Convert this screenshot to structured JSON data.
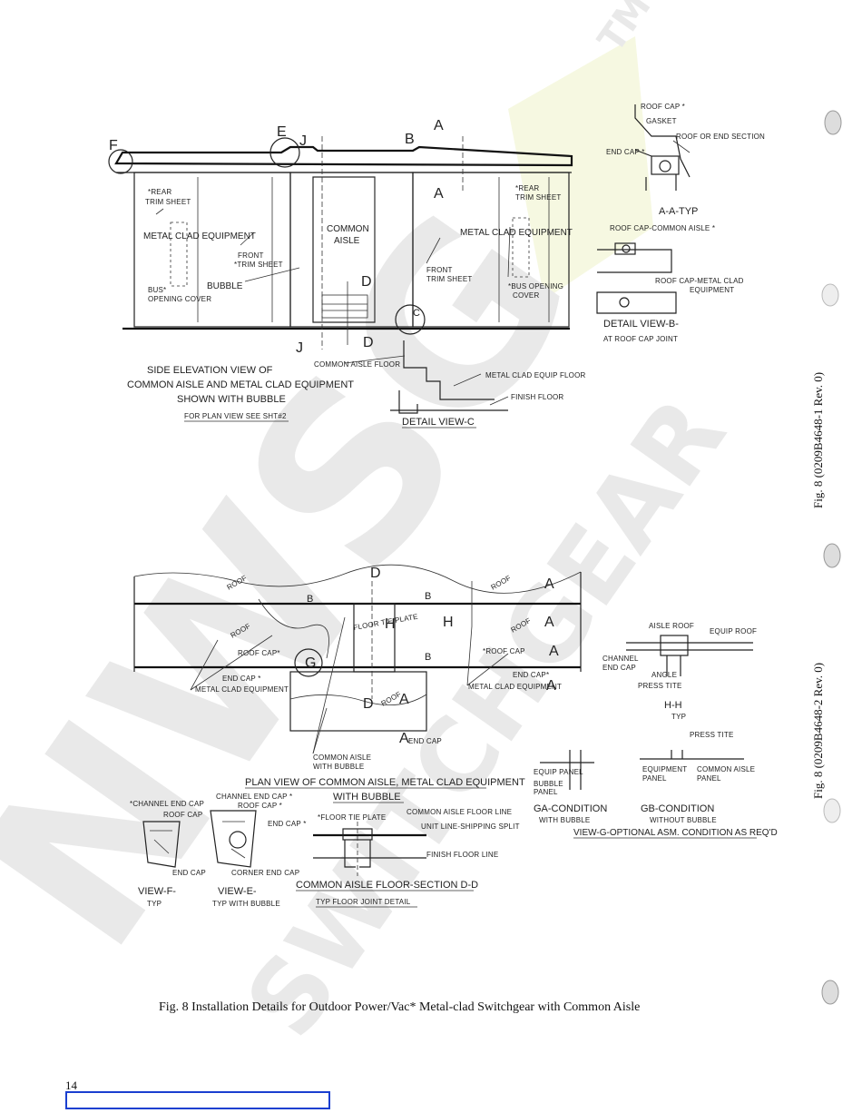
{
  "page_number": "14",
  "caption": "Fig. 8  Installation Details for Outdoor Power/Vac* Metal-clad Switchgear with Common Aisle",
  "side_labels": [
    "Fig. 8 (0209B4648-1 Rev. 0)",
    "Fig. 8 (0209B4648-2 Rev. 0)"
  ],
  "watermark": {
    "main": "NWSG",
    "sub": "SWITCHGEAR",
    "tm": "TM"
  },
  "top_drawing": {
    "elevation_title_1": "SIDE  ELEVATION VIEW OF",
    "elevation_title_2": "COMMON AISLE AND METAL CLAD EQUIPMENT",
    "elevation_title_3": "SHOWN WITH BUBBLE",
    "elevation_title_4": "FOR PLAN VIEW SEE SHT#2",
    "letters": {
      "f": "F",
      "e": "E",
      "j": "J",
      "b": "B",
      "a": "A",
      "d": "D",
      "c": "C"
    },
    "rear_trim": "*REAR",
    "trim_sheet": "TRIM SHEET",
    "metal_clad_equipment": "METAL CLAD EQUIPMENT",
    "front": "FRONT",
    "front_trim_sheet": "*TRIM SHEET",
    "bubble": "BUBBLE",
    "bus": "BUS*",
    "opening_cover": "OPENING COVER",
    "common": "COMMON",
    "aisle": "AISLE",
    "front_trim_right": "FRONT",
    "trim_sheet_right": "TRIM SHEET",
    "bus_opening": "*BUS OPENING",
    "cover": "COVER",
    "common_aisle_floor": "COMMON AISLE FLOOR",
    "metal_clad_equip_floor": "METAL CLAD EQUIP FLOOR",
    "finish_floor": "FINISH FLOOR",
    "detail_c": "DETAIL VIEW-C",
    "roof_cap": "ROOF CAP *",
    "gasket": "GASKET",
    "roof_or_end": "ROOF OR END SECTION",
    "end_cap": "END CAP *",
    "aa_typ": "A-A-TYP",
    "roof_cap_common": "ROOF CAP-COMMON AISLE *",
    "roof_cap_metal_1": "ROOF CAP-METAL CLAD",
    "roof_cap_metal_2": "EQUIPMENT",
    "detail_b_1": "DETAIL VIEW-B-",
    "detail_b_2": "AT ROOF CAP JOINT"
  },
  "bottom_drawing": {
    "plan_title_1": "PLAN VIEW OF COMMON AISLE, METAL CLAD EQUIPMENT",
    "plan_title_2": "WITH BUBBLE",
    "roof": "ROOF",
    "roof_cap": "ROOF CAP*",
    "end_cap": "END CAP *",
    "metal_clad_equipment": "METAL CLAD EQUIPMENT",
    "floor_tie_plate": "FLOOR TIE PLATE",
    "roof_cap_2": "*ROOF CAP",
    "end_cap_2": "END CAP*",
    "metal_clad_equipment_2": "METAL CLAD EQUIPMENT",
    "common_aisle_with_bubble_1": "COMMON AISLE",
    "common_aisle_with_bubble_2": "WITH BUBBLE",
    "end_cap_3": "END CAP",
    "letters": {
      "d": "D",
      "b": "B",
      "h": "H",
      "a": "A",
      "g": "G"
    },
    "aisle_roof": "AISLE ROOF",
    "equip_roof": "EQUIP ROOF",
    "channel_end_cap_1": "CHANNEL",
    "channel_end_cap_2": "END CAP",
    "angle": "ANGLE",
    "press_tite": "PRESS TITE",
    "hh": "H-H",
    "typ": "TYP",
    "equip_panel": "EQUIP PANEL",
    "bubble_panel_1": "BUBBLE",
    "bubble_panel_2": "PANEL",
    "press_tite_2": "PRESS TITE",
    "equipment_panel_1": "EQUIPMENT",
    "equipment_panel_2": "PANEL",
    "common_aisle_panel_1": "COMMON AISLE",
    "common_aisle_panel_2": "PANEL",
    "ga_1": "GA-CONDITION",
    "ga_2": "WITH BUBBLE",
    "gb_1": "GB-CONDITION",
    "gb_2": "WITHOUT BUBBLE",
    "view_g": "VIEW-G-OPTIONAL ASM. CONDITION AS REQ'D",
    "vf_channel": "*CHANNEL END CAP",
    "vf_roof_cap": "ROOF CAP",
    "vf_end_cap": "END CAP",
    "vf_title": "VIEW-F-",
    "vf_typ": "TYP",
    "ve_channel": "CHANNEL END CAP *",
    "ve_roof_cap": "ROOF CAP *",
    "ve_end_cap": "END CAP *",
    "ve_corner": "CORNER END CAP",
    "ve_title": "VIEW-E-",
    "ve_typ": "TYP WITH BUBBLE",
    "floor_tie_plate_2": "*FLOOR TIE PLATE",
    "common_aisle_floor_line": "COMMON AISLE FLOOR LINE",
    "unit_line": "UNIT LINE-SHIPPING SPLIT",
    "finish_floor_line": "FINISH FLOOR LINE",
    "section_dd": "COMMON AISLE FLOOR-SECTION D-D",
    "typ_floor_joint": "TYP FLOOR JOINT DETAIL"
  }
}
